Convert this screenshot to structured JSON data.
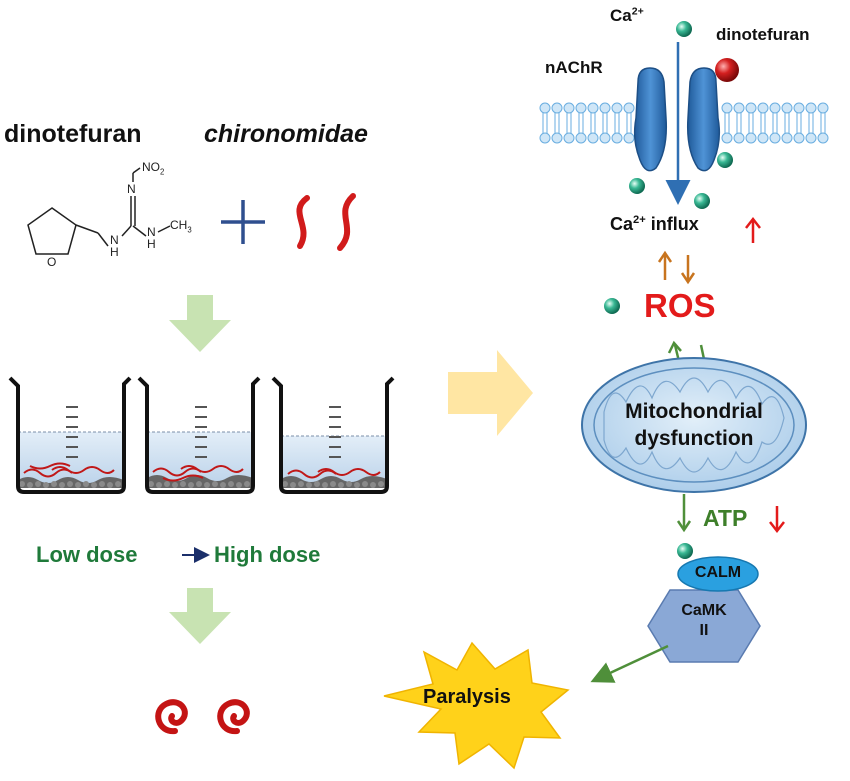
{
  "labels": {
    "dinotefuran_title": "dinotefuran",
    "chironomidae_title": "chironomidae",
    "molecule_no2": "NO",
    "molecule_no2_sub": "2",
    "molecule_n": "N",
    "molecule_nh_left": "N",
    "molecule_nh_left_h": "H",
    "molecule_nh_right": "N",
    "molecule_nh_right_h": "H",
    "molecule_ch3": "CH",
    "molecule_ch3_sub": "3",
    "molecule_o": "O",
    "low_dose": "Low dose",
    "high_dose": "High dose",
    "ca_top": "Ca",
    "ca_top_sup": "2+",
    "dinotefuran_receptor": "dinotefuran",
    "nachr": "nAChR",
    "ca_influx_prefix": "Ca",
    "ca_influx_sup": "2+",
    "ca_influx_suffix": " influx",
    "ros": "ROS",
    "mito_line1": "Mitochondrial",
    "mito_line2": "dysfunction",
    "atp": "ATP",
    "calm": "CALM",
    "camk_line1": "CaMK",
    "camk_line2": "II",
    "paralysis": "Paralysis"
  },
  "colors": {
    "green_arrow": "#c8e3b2",
    "yellow_arrow": "#ffe6a3",
    "dose_text": "#1f7a3a",
    "ros_text": "#e31b1b",
    "up_arrow_red": "#e31b1b",
    "orange_arrow": "#c8741e",
    "green_line": "#4f8f3a",
    "membrane_blue": "#6aaee0",
    "channel_blue": "#2f6fb3",
    "mito_fill": "#bcd8f2",
    "calm_fill": "#2aa0e0",
    "camk_fill": "#8aa8d6",
    "paralysis_fill": "#ffd21a",
    "worm_red": "#d11b1b",
    "ca_ion": "#2aa88a",
    "dinotefuran_ball": "#c41818"
  }
}
